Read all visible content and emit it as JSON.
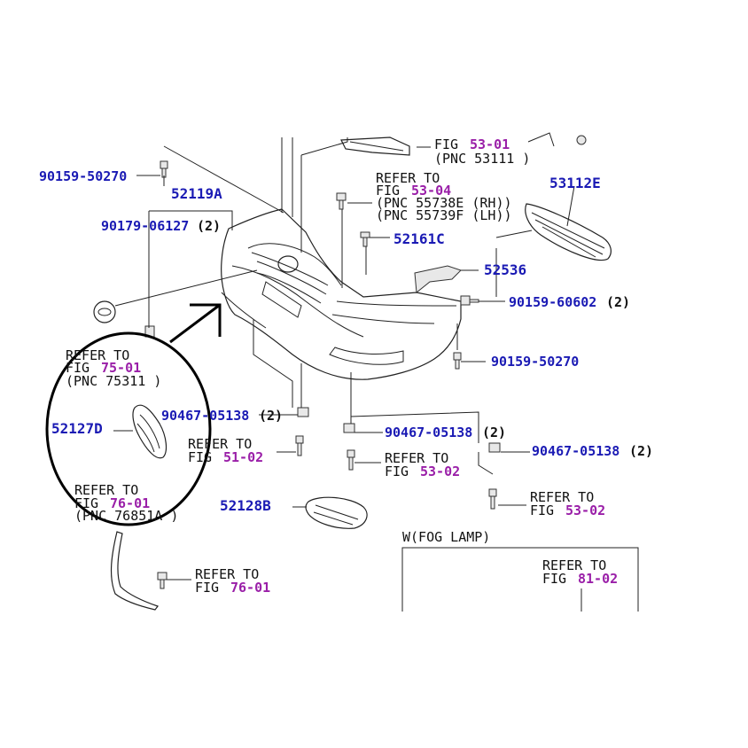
{
  "labels": {
    "p90159_50270_top": "90159-50270",
    "p52119A": "52119A",
    "p90179_06127": "90179-06127",
    "q90179": "(2)",
    "p52161C": "52161C",
    "p53112E": "53112E",
    "p52536": "52536",
    "p90159_60602": "90159-60602",
    "q60602": "(2)",
    "p90159_50270_mid": "90159-50270",
    "p52127D": "52127D",
    "p90467_a": "90467-05138",
    "q90467_a": "(2)",
    "p90467_b": "90467-05138",
    "q90467_b": "(2)",
    "p90467_c": "90467-05138",
    "q90467_c": "(2)",
    "p52128B": "52128B"
  },
  "refs": {
    "r5301": {
      "l1": "FIG",
      "fig": "53-01",
      "l2": "(PNC 53111 )"
    },
    "r5304": {
      "l0": "REFER TO",
      "l1": "FIG",
      "fig": "53-04",
      "l2": "(PNC 55738E (RH))",
      "l3": "(PNC 55739F (LH))"
    },
    "r7501": {
      "l0": "REFER TO",
      "l1": "FIG",
      "fig": "75-01",
      "l2": "(PNC 75311 )"
    },
    "r5102": {
      "l0": "REFER TO",
      "l1": "FIG",
      "fig": "51-02"
    },
    "r5302a": {
      "l0": "REFER TO",
      "l1": "FIG",
      "fig": "53-02"
    },
    "r5302b": {
      "l0": "REFER TO",
      "l1": "FIG",
      "fig": "53-02"
    },
    "r7601a": {
      "l0": "REFER TO",
      "l1": "FIG",
      "fig": "76-01",
      "l2": "(PNC 76851A )"
    },
    "r7601b": {
      "l0": "REFER TO",
      "l1": "FIG",
      "fig": "76-01"
    },
    "r8102": {
      "l0": "REFER TO",
      "l1": "FIG",
      "fig": "81-02"
    }
  },
  "fog_lamp_box": {
    "title": "W(FOG LAMP)"
  },
  "colors": {
    "part_number": "#1a1ab4",
    "figure_ref": "#9a1fa8",
    "highlight_circle": "#000000"
  }
}
